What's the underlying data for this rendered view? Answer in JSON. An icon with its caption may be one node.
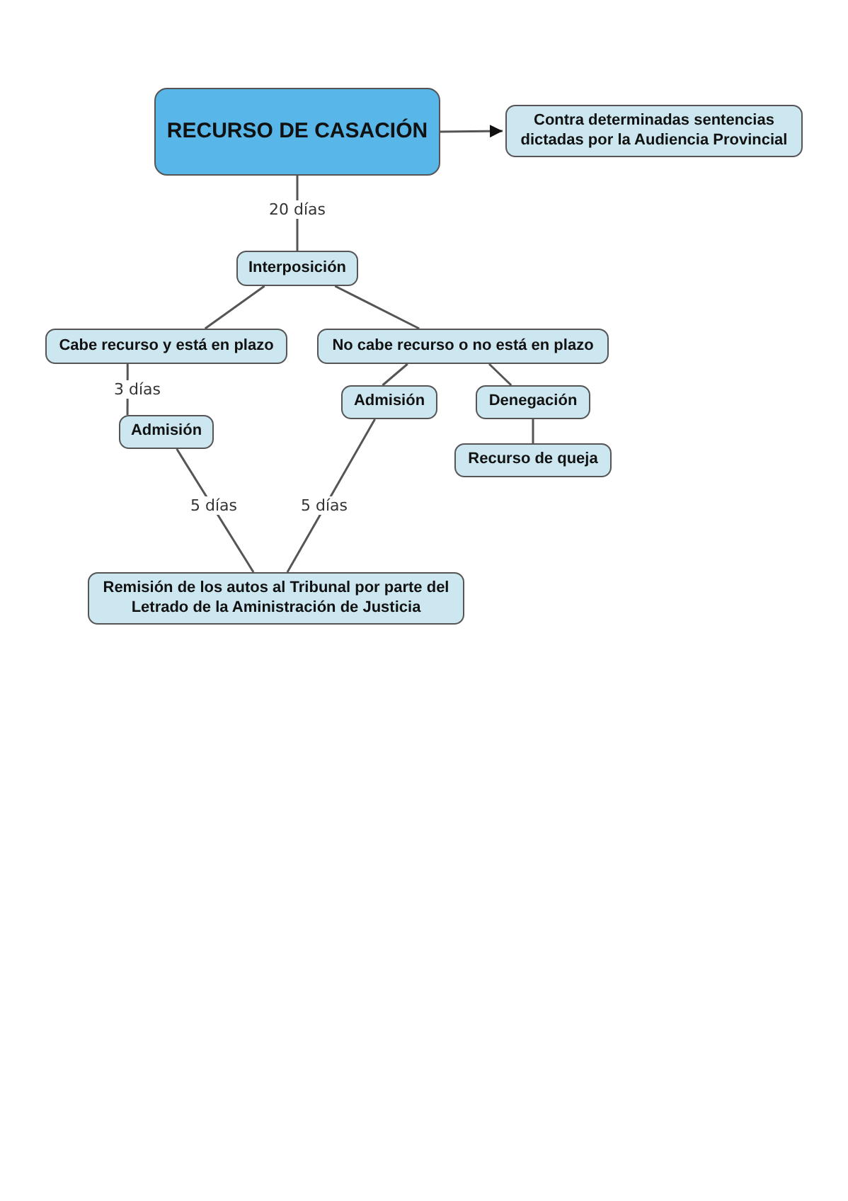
{
  "diagram": {
    "nodes": [
      {
        "text": [
          "RECURSO DE CASACIÓN"
        ]
      },
      {
        "text": [
          "Contra determinadas sentencias dictadas por la Audiencia Provincial"
        ]
      },
      {
        "text": [
          "Interposición"
        ]
      },
      {
        "text": [
          "Cabe recurso y está en plazo"
        ]
      },
      {
        "text": [
          "No cabe recurso o no está en plazo"
        ]
      },
      {
        "text": [
          "Admisión"
        ]
      },
      {
        "text": [
          "Admisión"
        ]
      },
      {
        "text": [
          "Denegación"
        ]
      },
      {
        "text": [
          "Recurso de queja"
        ]
      },
      {
        "text": [
          "Remisión de los autos al Tribunal por parte del Letrado de la Aministración de Justicia"
        ]
      }
    ],
    "edges": [
      {
        "from": 0,
        "to": 1,
        "arrow": "to"
      },
      {
        "from": 0,
        "to": 2,
        "arrow": "none",
        "label": "20 días"
      },
      {
        "from": 2,
        "to": 3,
        "arrow": "none"
      },
      {
        "from": 2,
        "to": 4,
        "arrow": "none"
      },
      {
        "from": 3,
        "to": 5,
        "arrow": "none",
        "label": "3 días"
      },
      {
        "from": 4,
        "to": 6,
        "arrow": "none"
      },
      {
        "from": 4,
        "to": 7,
        "arrow": "none"
      },
      {
        "from": 7,
        "to": 8,
        "arrow": "none"
      },
      {
        "from": 5,
        "to": 9,
        "arrow": "none",
        "label": "5 días"
      },
      {
        "from": 6,
        "to": 9,
        "arrow": "none",
        "label": "5 días"
      }
    ]
  }
}
